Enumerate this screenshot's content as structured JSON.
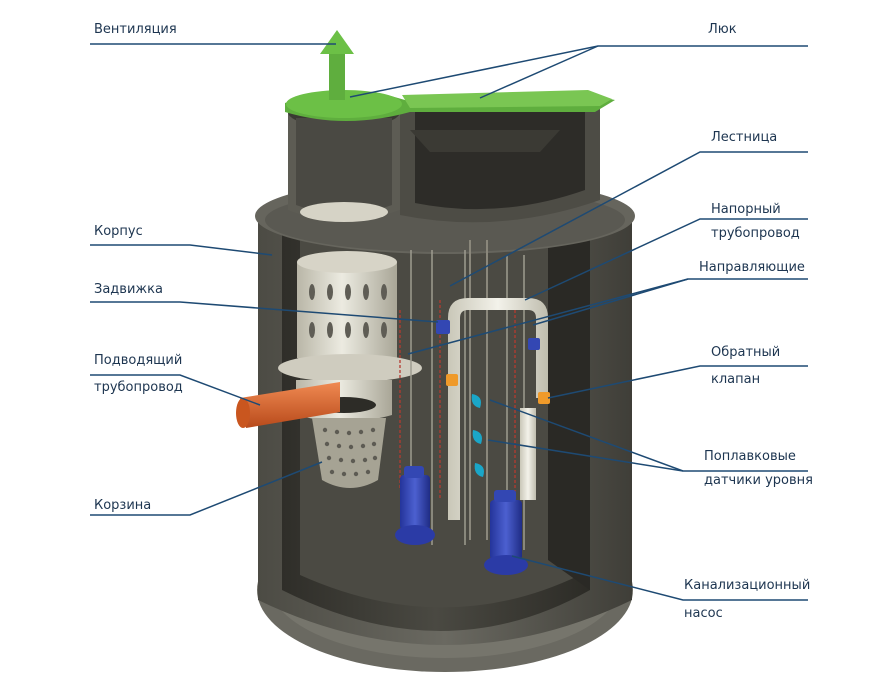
{
  "labels": {
    "ventilation": "Вентиляция",
    "hatch": "Люк",
    "ladder": "Лестница",
    "pressure_pipe_1": "Напорный",
    "pressure_pipe_2": "трубопровод",
    "body": "Корпус",
    "guides": "Направляющие",
    "gate_valve": "Задвижка",
    "inlet_pipe_1": "Подводящий",
    "inlet_pipe_2": "трубопровод",
    "check_valve_1": "Обратный",
    "check_valve_2": "клапан",
    "float_sensors_1": "Поплавковые",
    "float_sensors_2": "датчики уровня",
    "basket": "Корзина",
    "sewage_pump_1": "Канализационный",
    "sewage_pump_2": "насос"
  },
  "colors": {
    "leader_line": "#1e4a73",
    "label_text": "#1d3550",
    "tank_body": "#5b5a53",
    "tank_inner": "#3a3933",
    "lid_green": "#5fae3e",
    "pipe_white": "#e9e8dc",
    "pump_blue": "#3347b3",
    "inlet_orange": "#e0672c",
    "valve_orange": "#ef9a2a",
    "float_teal": "#1aa6c8"
  },
  "icons": {
    "vent_arrow": "arrow-up-icon"
  }
}
